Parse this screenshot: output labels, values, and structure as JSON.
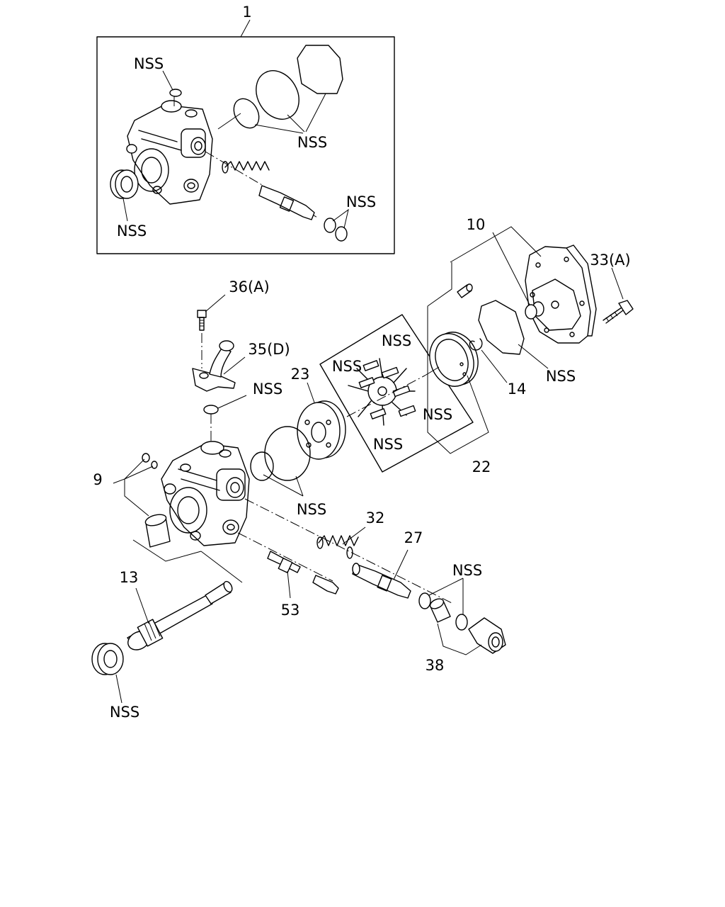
{
  "labels": {
    "kit": "1",
    "body": "9",
    "cover": "10",
    "shaft": "13",
    "snap_ring": "14",
    "cam_ring": "22",
    "side_plate": "23",
    "valve": "27",
    "spring": "32",
    "cover_bolt": "33(A)",
    "pipe": "35(D)",
    "pipe_bolt": "36(A)",
    "connector": "38",
    "sensor": "53",
    "nss": "NSS"
  }
}
